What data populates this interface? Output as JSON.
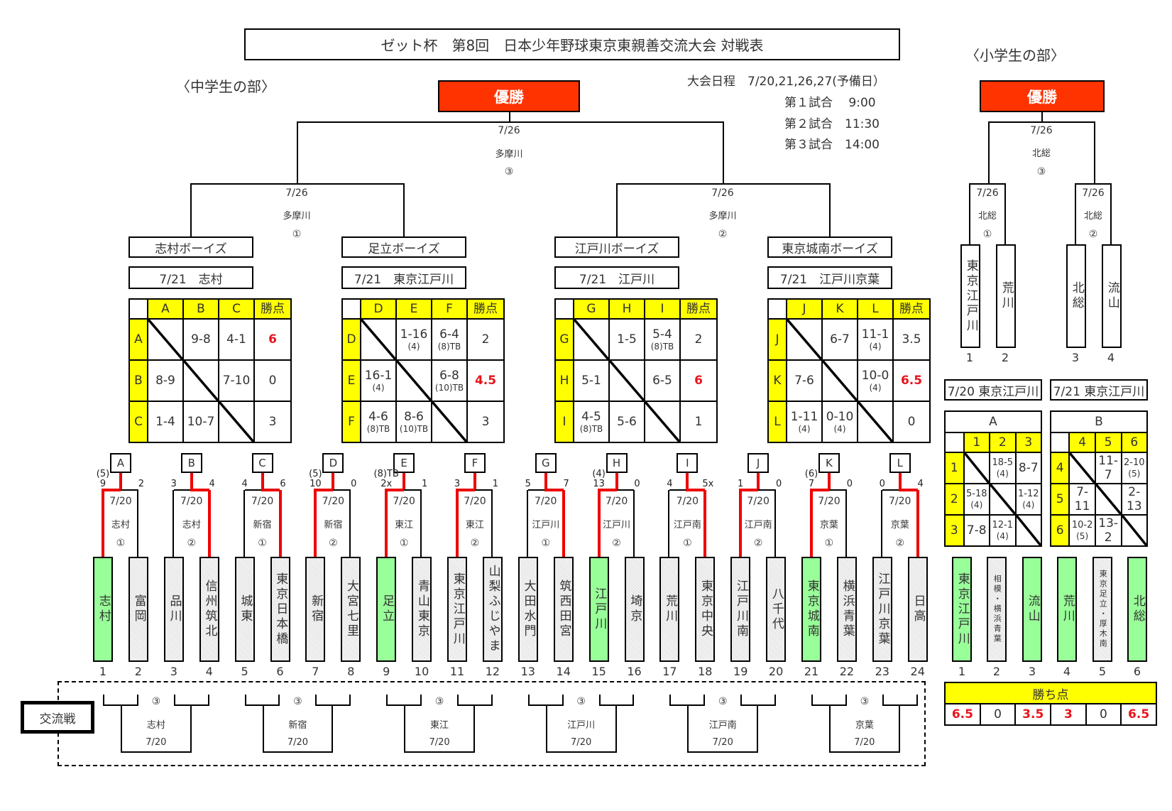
{
  "title": "ゼット杯　第8回　日本少年野球東京東親善交流大会 対戦表",
  "junior_high_label": "〈中学生の部〉",
  "elementary_label": "〈小学生の部〉",
  "schedule": {
    "dates": "大会日程　7/20,21,26,27(予備日）",
    "game1": "第１試合　 9:00",
    "game2": "第２試合　11:30",
    "game3": "第３試合　14:00"
  },
  "champion_label": "優勝",
  "jh_bracket": {
    "final": {
      "date": "7/26",
      "venue": "多摩川",
      "game": "③"
    },
    "semi_left": {
      "date": "7/26",
      "venue": "多摩川",
      "game": "①"
    },
    "semi_right": {
      "date": "7/26",
      "venue": "多摩川",
      "game": "②"
    }
  },
  "jh_groups": [
    {
      "winner": "志村ボーイズ",
      "venue": "7/21　志村",
      "cols": [
        "A",
        "B",
        "C"
      ],
      "points_header": "勝点",
      "rows": [
        {
          "label": "A",
          "cells": [
            {
              "s": "",
              "sub": ""
            },
            {
              "s": "9-8",
              "sub": ""
            },
            {
              "s": "4-1",
              "sub": ""
            }
          ],
          "points": "6",
          "red": true
        },
        {
          "label": "B",
          "cells": [
            {
              "s": "8-9",
              "sub": ""
            },
            {
              "s": "",
              "sub": ""
            },
            {
              "s": "7-10",
              "sub": ""
            }
          ],
          "points": "0",
          "red": false
        },
        {
          "label": "C",
          "cells": [
            {
              "s": "1-4",
              "sub": ""
            },
            {
              "s": "10-7",
              "sub": ""
            },
            {
              "s": "",
              "sub": ""
            }
          ],
          "points": "3",
          "red": false
        }
      ]
    },
    {
      "winner": "足立ボーイズ",
      "venue": "7/21　東京江戸川",
      "cols": [
        "D",
        "E",
        "F"
      ],
      "points_header": "勝点",
      "rows": [
        {
          "label": "D",
          "cells": [
            {
              "s": "",
              "sub": ""
            },
            {
              "s": "1-16",
              "sub": "(4)"
            },
            {
              "s": "6-4",
              "sub": "(8)TB"
            }
          ],
          "points": "2",
          "red": false
        },
        {
          "label": "E",
          "cells": [
            {
              "s": "16-1",
              "sub": "(4)"
            },
            {
              "s": "",
              "sub": ""
            },
            {
              "s": "6-8",
              "sub": "(10)TB"
            }
          ],
          "points": "4.5",
          "red": true
        },
        {
          "label": "F",
          "cells": [
            {
              "s": "4-6",
              "sub": "(8)TB"
            },
            {
              "s": "8-6",
              "sub": "(10)TB"
            },
            {
              "s": "",
              "sub": ""
            }
          ],
          "points": "3",
          "red": false
        }
      ]
    },
    {
      "winner": "江戸川ボーイズ",
      "venue": "7/21　江戸川",
      "cols": [
        "G",
        "H",
        "I"
      ],
      "points_header": "勝点",
      "rows": [
        {
          "label": "G",
          "cells": [
            {
              "s": "",
              "sub": ""
            },
            {
              "s": "1-5",
              "sub": ""
            },
            {
              "s": "5-4",
              "sub": "(8)TB"
            }
          ],
          "points": "2",
          "red": false
        },
        {
          "label": "H",
          "cells": [
            {
              "s": "5-1",
              "sub": ""
            },
            {
              "s": "",
              "sub": ""
            },
            {
              "s": "6-5",
              "sub": ""
            }
          ],
          "points": "6",
          "red": true
        },
        {
          "label": "I",
          "cells": [
            {
              "s": "4-5",
              "sub": "(8)TB"
            },
            {
              "s": "5-6",
              "sub": ""
            },
            {
              "s": "",
              "sub": ""
            }
          ],
          "points": "1",
          "red": false
        }
      ]
    },
    {
      "winner": "東京城南ボーイズ",
      "venue": "7/21　江戸川京葉",
      "cols": [
        "J",
        "K",
        "L"
      ],
      "points_header": "勝点",
      "rows": [
        {
          "label": "J",
          "cells": [
            {
              "s": "",
              "sub": ""
            },
            {
              "s": "6-7",
              "sub": ""
            },
            {
              "s": "11-1",
              "sub": "(4)"
            }
          ],
          "points": "3.5",
          "red": false
        },
        {
          "label": "K",
          "cells": [
            {
              "s": "7-6",
              "sub": ""
            },
            {
              "s": "",
              "sub": ""
            },
            {
              "s": "10-0",
              "sub": "(4)"
            }
          ],
          "points": "6.5",
          "red": true
        },
        {
          "label": "L",
          "cells": [
            {
              "s": "1-11",
              "sub": "(4)"
            },
            {
              "s": "0-10",
              "sub": "(4)"
            },
            {
              "s": "",
              "sub": ""
            }
          ],
          "points": "0",
          "red": false
        }
      ]
    }
  ],
  "jh_first_round": [
    {
      "tag": "A",
      "date": "7/20",
      "venue": "志村",
      "game": "①",
      "left_score": "9",
      "right_score": "2",
      "note": "(5)",
      "winner": "left"
    },
    {
      "tag": "B",
      "date": "7/20",
      "venue": "志村",
      "game": "②",
      "left_score": "3",
      "right_score": "4",
      "note": "",
      "winner": "right"
    },
    {
      "tag": "C",
      "date": "7/20",
      "venue": "新宿",
      "game": "①",
      "left_score": "4",
      "right_score": "6",
      "note": "",
      "winner": "right"
    },
    {
      "tag": "D",
      "date": "7/20",
      "venue": "新宿",
      "game": "②",
      "left_score": "10",
      "right_score": "0",
      "note": "(5)",
      "winner": "left"
    },
    {
      "tag": "E",
      "date": "7/20",
      "venue": "東江",
      "game": "①",
      "left_score": "2x",
      "right_score": "1",
      "note": "(8)TB",
      "winner": "left"
    },
    {
      "tag": "F",
      "date": "7/20",
      "venue": "東江",
      "game": "②",
      "left_score": "3",
      "right_score": "1",
      "note": "",
      "winner": "left"
    },
    {
      "tag": "G",
      "date": "7/20",
      "venue": "江戸川",
      "game": "①",
      "left_score": "5",
      "right_score": "7",
      "note": "",
      "winner": "right"
    },
    {
      "tag": "H",
      "date": "7/20",
      "venue": "江戸川",
      "game": "②",
      "left_score": "13",
      "right_score": "0",
      "note": "(4)",
      "winner": "left"
    },
    {
      "tag": "I",
      "date": "7/20",
      "venue": "江戸南",
      "game": "①",
      "left_score": "4",
      "right_score": "5x",
      "note": "",
      "winner": "right"
    },
    {
      "tag": "J",
      "date": "7/20",
      "venue": "江戸南",
      "game": "②",
      "left_score": "1",
      "right_score": "0",
      "note": "",
      "winner": "left"
    },
    {
      "tag": "K",
      "date": "7/20",
      "venue": "京葉",
      "game": "①",
      "left_score": "7",
      "right_score": "0",
      "note": "(6)",
      "winner": "left"
    },
    {
      "tag": "L",
      "date": "7/20",
      "venue": "京葉",
      "game": "②",
      "left_score": "0",
      "right_score": "4",
      "note": "",
      "winner": "right"
    }
  ],
  "jh_teams": [
    {
      "no": "1",
      "name": "志村",
      "green": true
    },
    {
      "no": "2",
      "name": "富岡",
      "green": false
    },
    {
      "no": "3",
      "name": "品川",
      "green": false
    },
    {
      "no": "4",
      "name": "信州筑北",
      "green": false
    },
    {
      "no": "5",
      "name": "城東",
      "green": false
    },
    {
      "no": "6",
      "name": "東京日本橋",
      "green": false
    },
    {
      "no": "7",
      "name": "新宿",
      "green": false
    },
    {
      "no": "8",
      "name": "大宮七里",
      "green": false
    },
    {
      "no": "9",
      "name": "足立",
      "green": true
    },
    {
      "no": "10",
      "name": "青山東京",
      "green": false
    },
    {
      "no": "11",
      "name": "東京江戸川",
      "green": false
    },
    {
      "no": "12",
      "name": "山梨ふじやま",
      "green": false
    },
    {
      "no": "13",
      "name": "大田水門",
      "green": false
    },
    {
      "no": "14",
      "name": "筑西田宮",
      "green": false
    },
    {
      "no": "15",
      "name": "江戸川",
      "green": true
    },
    {
      "no": "16",
      "name": "埼京",
      "green": false
    },
    {
      "no": "17",
      "name": "荒川",
      "green": false
    },
    {
      "no": "18",
      "name": "東京中央",
      "green": false
    },
    {
      "no": "19",
      "name": "江戸川南",
      "green": false
    },
    {
      "no": "20",
      "name": "八千代",
      "green": false
    },
    {
      "no": "21",
      "name": "東京城南",
      "green": true
    },
    {
      "no": "22",
      "name": "横浜青葉",
      "green": false
    },
    {
      "no": "23",
      "name": "江戸川京葉",
      "green": false
    },
    {
      "no": "24",
      "name": "日高",
      "green": false
    }
  ],
  "exchange": {
    "label": "交流戦",
    "games": [
      {
        "game": "③",
        "venue": "志村",
        "date": "7/20"
      },
      {
        "game": "③",
        "venue": "新宿",
        "date": "7/20"
      },
      {
        "game": "③",
        "venue": "東江",
        "date": "7/20"
      },
      {
        "game": "③",
        "venue": "江戸川",
        "date": "7/20"
      },
      {
        "game": "③",
        "venue": "江戸南",
        "date": "7/20"
      },
      {
        "game": "③",
        "venue": "京葉",
        "date": "7/20"
      }
    ]
  },
  "elem_bracket": {
    "final": {
      "date": "7/26",
      "venue": "北総",
      "game": "③"
    },
    "semi_left": {
      "date": "7/26",
      "venue": "北総",
      "game": "①"
    },
    "semi_right": {
      "date": "7/26",
      "venue": "北総",
      "game": "②"
    },
    "seeds": [
      {
        "no": "1",
        "name": "東京江戸川"
      },
      {
        "no": "2",
        "name": "荒川"
      },
      {
        "no": "3",
        "name": "北総"
      },
      {
        "no": "4",
        "name": "流山"
      }
    ]
  },
  "elem_groups": [
    {
      "venue": "7/20 東京江戸川",
      "name": "A",
      "cols": [
        "1",
        "2",
        "3"
      ],
      "rows": [
        {
          "label": "1",
          "cells": [
            {
              "s": "",
              "sub": ""
            },
            {
              "s": "18-5",
              "sub": "(4)"
            },
            {
              "s": "8-7",
              "sub": ""
            }
          ]
        },
        {
          "label": "2",
          "cells": [
            {
              "s": "5-18",
              "sub": "(4)"
            },
            {
              "s": "",
              "sub": ""
            },
            {
              "s": "1-12",
              "sub": "(4)"
            }
          ]
        },
        {
          "label": "3",
          "cells": [
            {
              "s": "7-8",
              "sub": ""
            },
            {
              "s": "12-1",
              "sub": "(4)"
            },
            {
              "s": "",
              "sub": ""
            }
          ]
        }
      ]
    },
    {
      "venue": "7/21 東京江戸川",
      "name": "B",
      "cols": [
        "4",
        "5",
        "6"
      ],
      "rows": [
        {
          "label": "4",
          "cells": [
            {
              "s": "",
              "sub": ""
            },
            {
              "s": "11-7",
              "sub": ""
            },
            {
              "s": "2-10",
              "sub": "(5)"
            }
          ]
        },
        {
          "label": "5",
          "cells": [
            {
              "s": "7-11",
              "sub": ""
            },
            {
              "s": "",
              "sub": ""
            },
            {
              "s": "2-13",
              "sub": ""
            }
          ]
        },
        {
          "label": "6",
          "cells": [
            {
              "s": "10-2",
              "sub": "(5)"
            },
            {
              "s": "13-2",
              "sub": ""
            },
            {
              "s": "",
              "sub": ""
            }
          ]
        }
      ]
    }
  ],
  "elem_teams": [
    {
      "no": "1",
      "name": "東京江戸川",
      "green": true,
      "small": false
    },
    {
      "no": "2",
      "name": "相模・横浜青葉",
      "green": false,
      "small": true
    },
    {
      "no": "3",
      "name": "流山",
      "green": true,
      "small": false
    },
    {
      "no": "4",
      "name": "荒川",
      "green": true,
      "small": false
    },
    {
      "no": "5",
      "name": "東京足立・厚木南",
      "green": false,
      "small": true
    },
    {
      "no": "6",
      "name": "北総",
      "green": true,
      "small": false
    }
  ],
  "elem_points": {
    "header": "勝ち点",
    "values": [
      {
        "v": "6.5",
        "red": true
      },
      {
        "v": "0",
        "red": false
      },
      {
        "v": "3.5",
        "red": true
      },
      {
        "v": "3",
        "red": true
      },
      {
        "v": "0",
        "red": false
      },
      {
        "v": "6.5",
        "red": true
      }
    ]
  },
  "colors": {
    "champion": "#ff3300",
    "header_yellow": "#ffff00",
    "winner_green": "#99ff99",
    "win_line_red": "#ee0000",
    "points_red": "#e8141c"
  }
}
